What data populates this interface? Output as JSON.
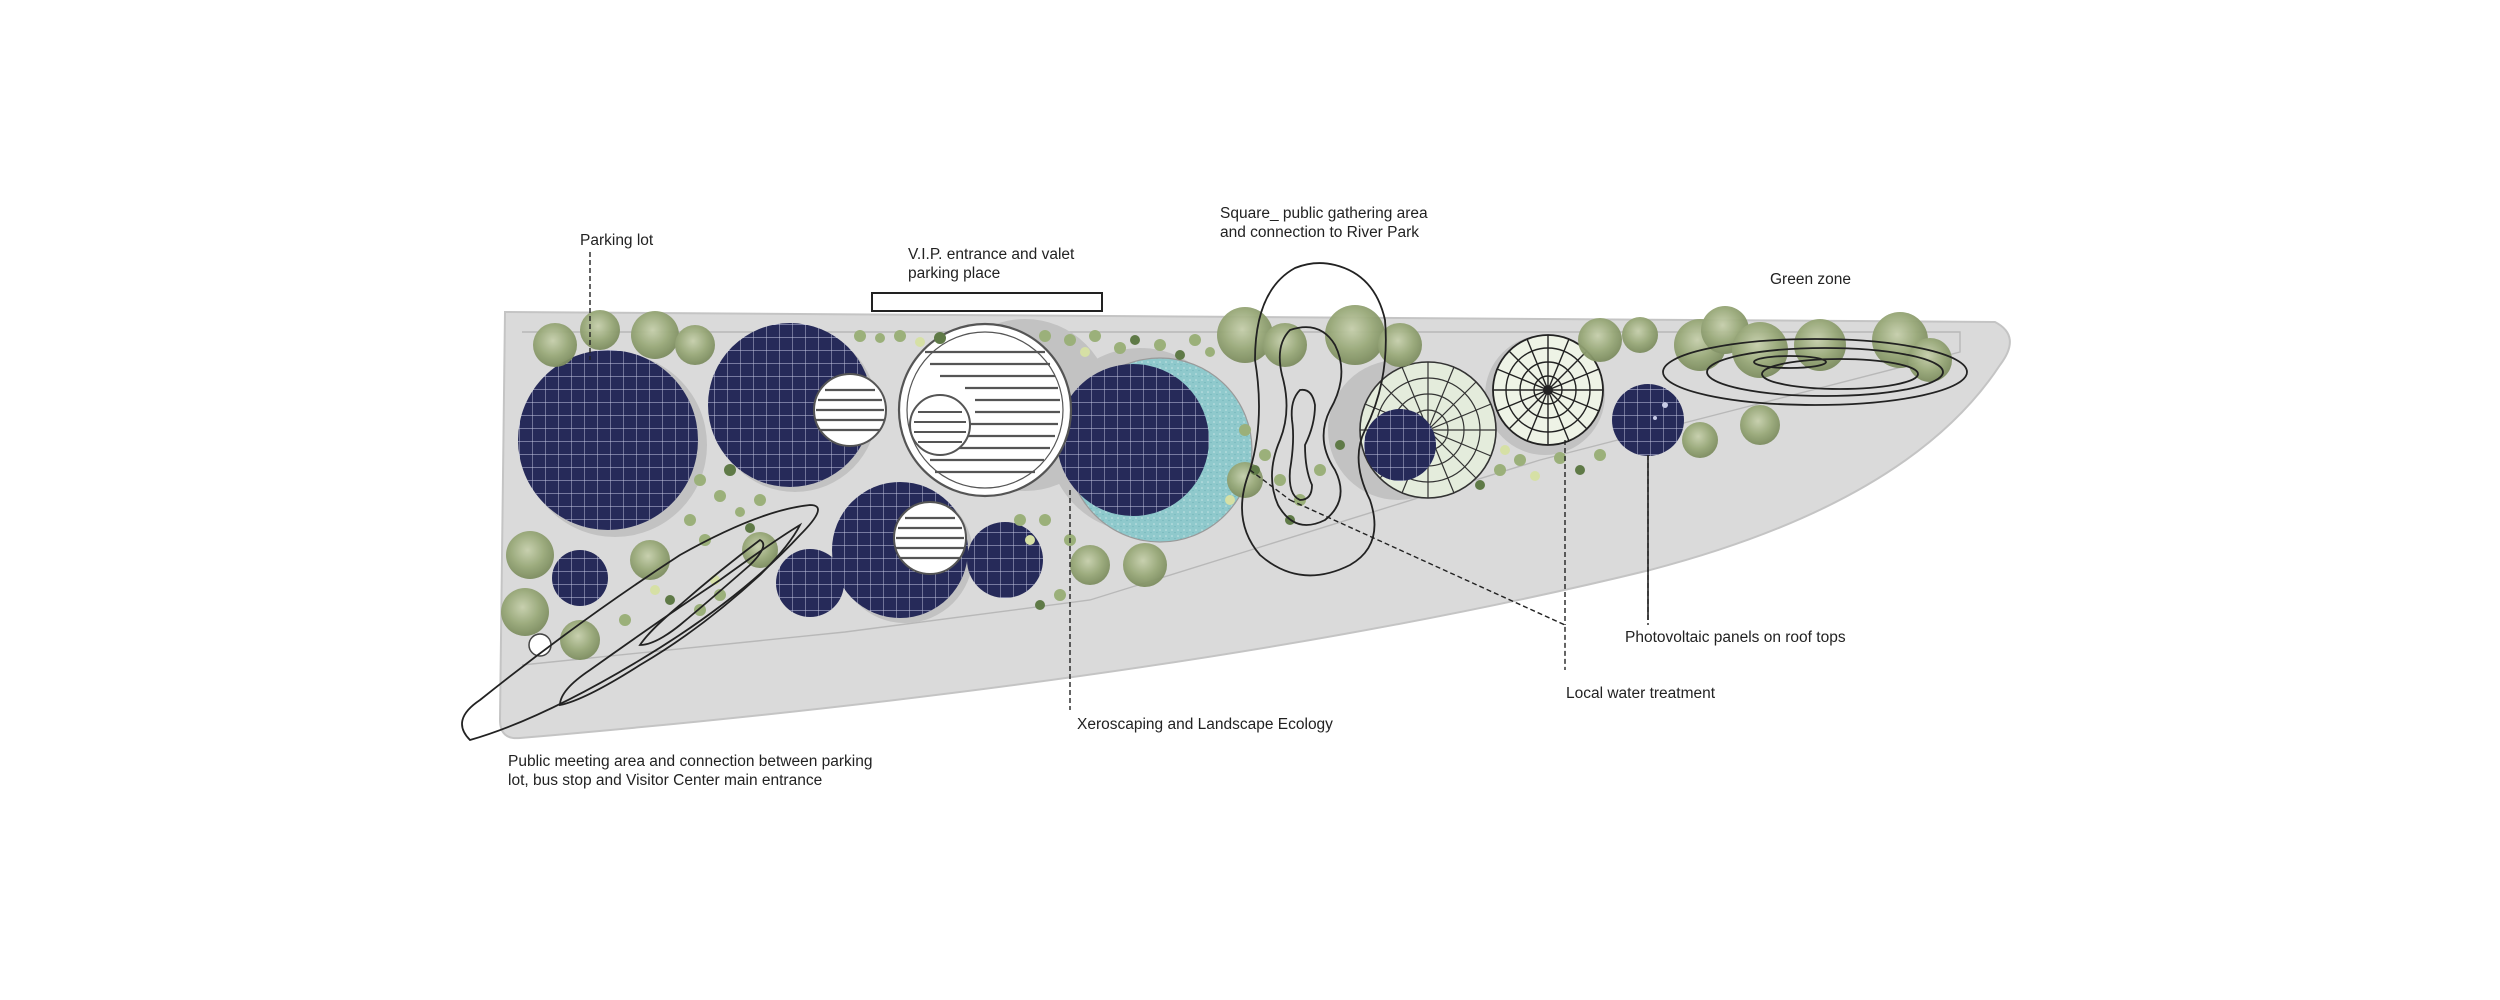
{
  "labels": {
    "parking_lot": "Parking lot",
    "vip_line1": "V.I.P. entrance and valet",
    "vip_line2": "parking place",
    "square_line1": "Square_ public gathering area",
    "square_line2": "and connection to River Park",
    "green_zone": "Green zone",
    "photovoltaic": "Photovoltaic panels on roof tops",
    "water_treatment": "Local water treatment",
    "xeroscaping": "Xeroscaping and Landscape Ecology",
    "public_line1": "Public meeting area and connection between parking",
    "public_line2": "lot,  bus stop and Visitor Center main entrance"
  },
  "colors": {
    "site": "#dadada",
    "site_edge": "#c4c4c4",
    "solar": "#262a59",
    "solar_grid": "#c8cbe6",
    "water": "#8fc9cc",
    "tree": "#8f9f6f",
    "leader": "#222222"
  }
}
